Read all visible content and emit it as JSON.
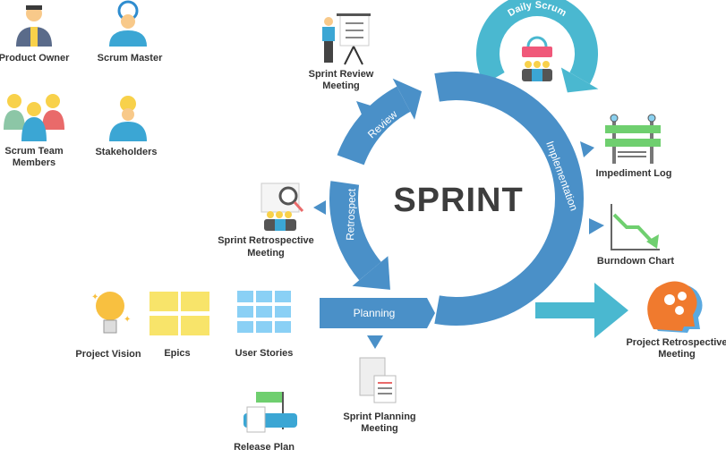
{
  "title": "SPRINT",
  "roles": {
    "product_owner": "Product Owner",
    "scrum_master": "Scrum Master",
    "team_line1": "Scrum Team",
    "team_line2": "Members",
    "stakeholders": "Stakeholders"
  },
  "phases": {
    "review": "Review",
    "retrospect": "Retrospect",
    "implementation": "Implementation",
    "planning": "Planning",
    "daily_scrum": "Daily Scrum"
  },
  "artifacts": {
    "sprint_review_1": "Sprint Review",
    "sprint_review_2": "Meeting",
    "sprint_retro_1": "Sprint Retrospective",
    "sprint_retro_2": "Meeting",
    "impediment_log": "Impediment Log",
    "burndown_chart": "Burndown Chart",
    "project_retro_1": "Project Retrospective",
    "project_retro_2": "Meeting",
    "project_vision": "Project Vision",
    "epics": "Epics",
    "user_stories": "User Stories",
    "sprint_planning_1": "Sprint Planning",
    "sprint_planning_2": "Meeting",
    "release_plan": "Release Plan"
  },
  "colors": {
    "ring": "#4a90c8",
    "teal": "#4ab8d0",
    "text": "#333333"
  }
}
